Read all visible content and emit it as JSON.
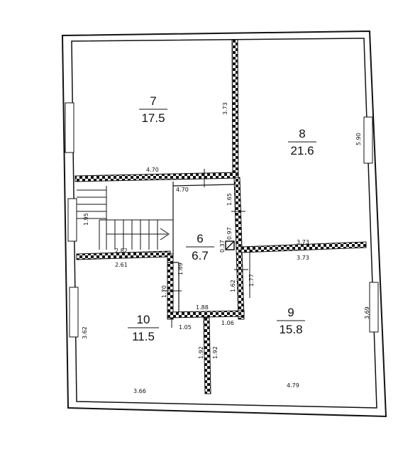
{
  "rooms": [
    {
      "number": "7",
      "area": "17.5"
    },
    {
      "number": "8",
      "area": "21.6"
    },
    {
      "number": "6",
      "area": "6.7"
    },
    {
      "number": "9",
      "area": "15.8"
    },
    {
      "number": "10",
      "area": "11.5"
    }
  ],
  "dimensions": {
    "d_470_top": "4.70",
    "d_470_inner": "4.70",
    "d_373_vert": "3.73",
    "d_590": "5.90",
    "d_165": "1.65",
    "d_195": "1.95",
    "d_282": "2.82",
    "d_261": "2.61",
    "d_037": "0.37",
    "d_097": "0.97",
    "d_373_a": "3.73",
    "d_373_b": "3.73",
    "d_169": "1.69",
    "d_170": "1.70",
    "d_162": "1.62",
    "d_177": "1.77",
    "d_188": "1.88",
    "d_105": "1.05",
    "d_106": "1.06",
    "d_362": "3.62",
    "d_369": "3.69",
    "d_192_a": "1.92",
    "d_192_b": "1.92",
    "d_366": "3.66",
    "d_479": "4.79"
  }
}
